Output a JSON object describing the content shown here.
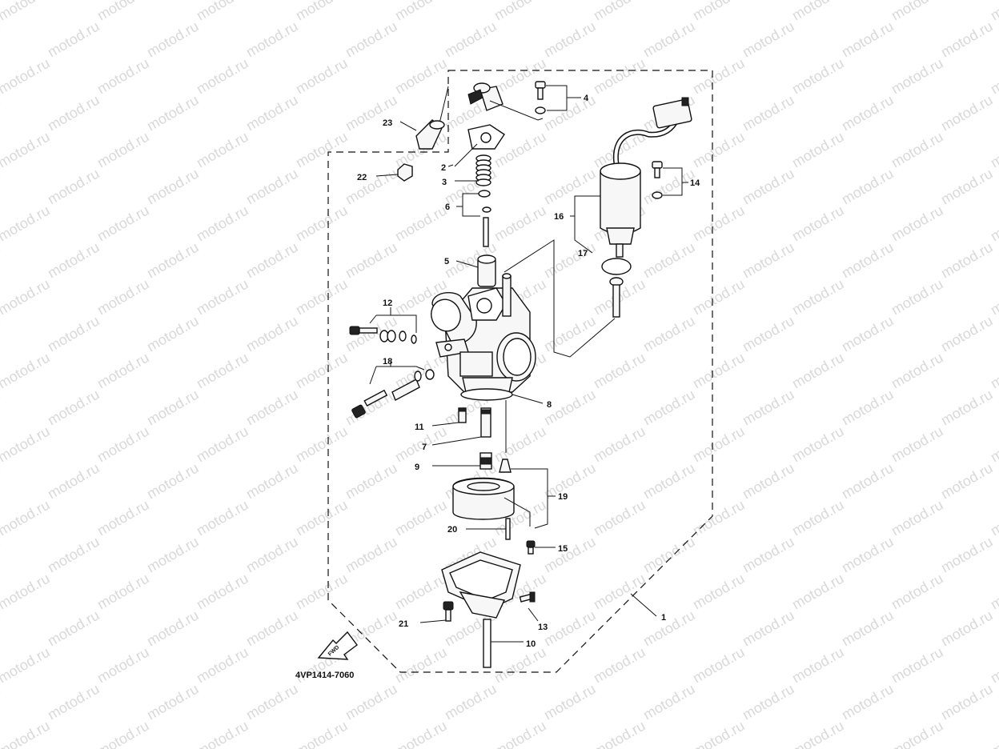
{
  "watermark": {
    "text": "motod.ru"
  },
  "diagram": {
    "code": "4VP1414-7060",
    "fwd_label": "FWD",
    "callouts": [
      {
        "id": "1",
        "label": "1"
      },
      {
        "id": "2",
        "label": "2"
      },
      {
        "id": "3",
        "label": "3"
      },
      {
        "id": "4",
        "label": "4"
      },
      {
        "id": "5",
        "label": "5"
      },
      {
        "id": "6",
        "label": "6"
      },
      {
        "id": "7",
        "label": "7"
      },
      {
        "id": "8",
        "label": "8"
      },
      {
        "id": "9",
        "label": "9"
      },
      {
        "id": "10",
        "label": "10"
      },
      {
        "id": "11",
        "label": "11"
      },
      {
        "id": "12",
        "label": "12"
      },
      {
        "id": "13",
        "label": "13"
      },
      {
        "id": "14",
        "label": "14"
      },
      {
        "id": "15",
        "label": "15"
      },
      {
        "id": "16",
        "label": "16"
      },
      {
        "id": "17",
        "label": "17"
      },
      {
        "id": "18",
        "label": "18"
      },
      {
        "id": "19",
        "label": "19"
      },
      {
        "id": "20",
        "label": "20"
      },
      {
        "id": "21",
        "label": "21"
      },
      {
        "id": "22",
        "label": "22"
      },
      {
        "id": "23",
        "label": "23"
      }
    ]
  }
}
